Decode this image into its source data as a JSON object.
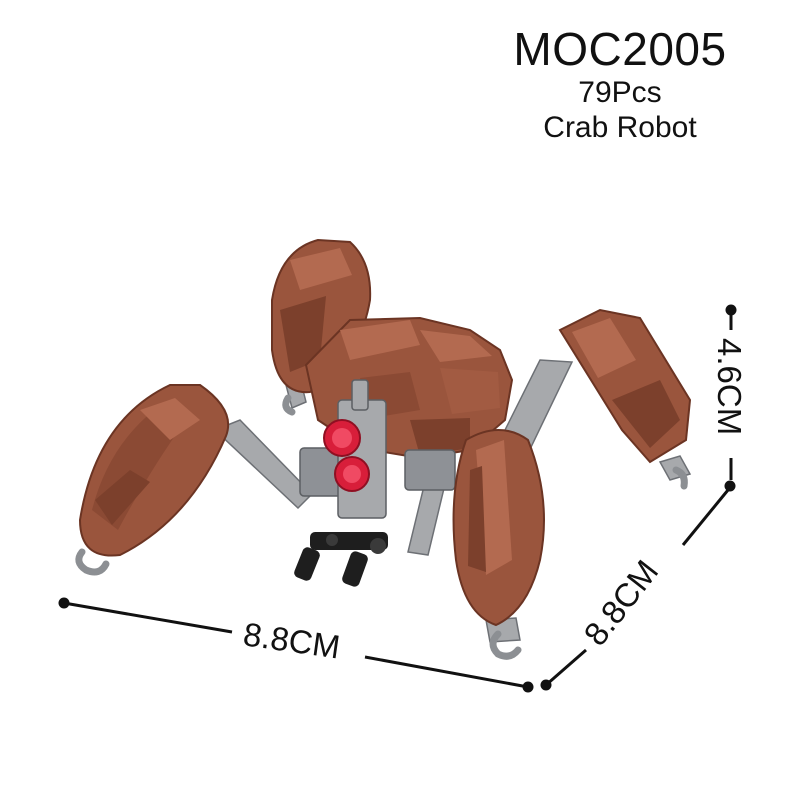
{
  "header": {
    "model_code": "MOC2005",
    "piece_count": "79Pcs",
    "model_name": "Crab Robot"
  },
  "dimensions": {
    "width": "8.8CM",
    "depth": "8.8CM",
    "height": "4.6CM"
  },
  "colors": {
    "brick_brown": "#9a553d",
    "brick_brown_dark": "#7c402c",
    "brick_brown_light": "#b36a50",
    "joint_gray": "#a7a9ac",
    "joint_gray_dark": "#6d7075",
    "eye_red": "#d81e3a",
    "cannon_black": "#1e1e1e"
  }
}
